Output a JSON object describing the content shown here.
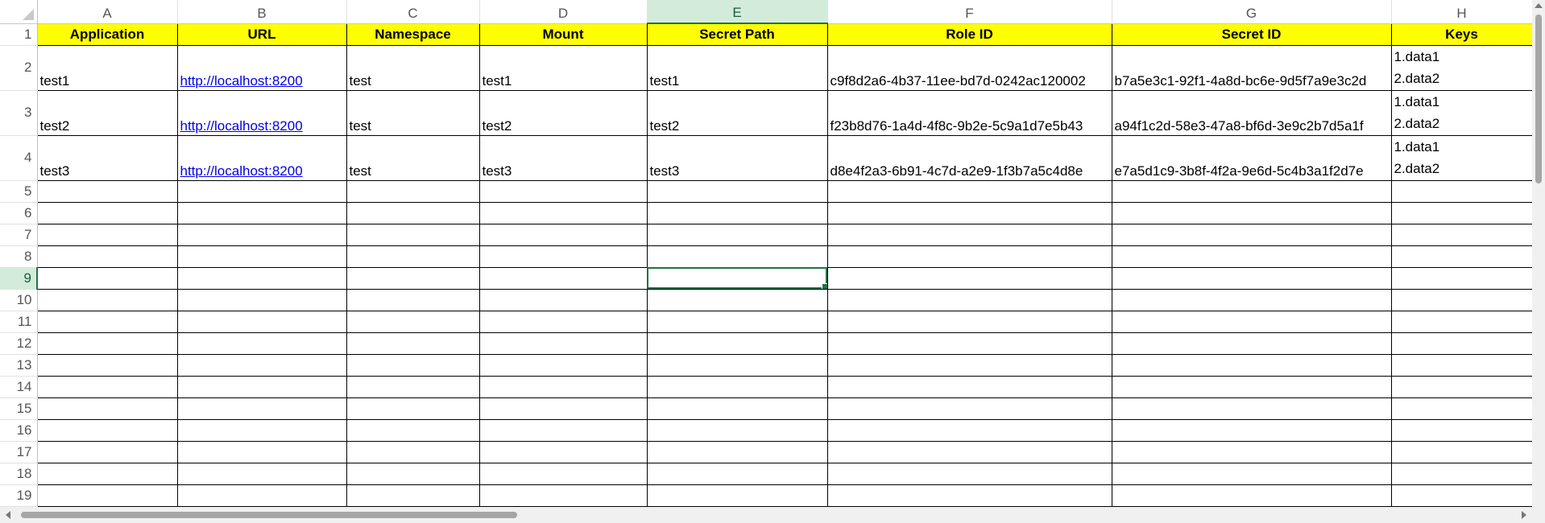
{
  "columns": [
    "A",
    "B",
    "C",
    "D",
    "E",
    "F",
    "G",
    "H"
  ],
  "selected_column": "E",
  "selected_row": "9",
  "row_numbers": [
    "1",
    "2",
    "3",
    "4",
    "5",
    "6",
    "7",
    "8",
    "9",
    "10",
    "11",
    "12",
    "13",
    "14",
    "15",
    "16",
    "17",
    "18",
    "19"
  ],
  "headers": {
    "application": "Application",
    "url": "URL",
    "namespace": "Namespace",
    "mount": "Mount",
    "secret_path": "Secret Path",
    "role_id": "Role ID",
    "secret_id": "Secret ID",
    "keys": "Keys"
  },
  "rows": [
    {
      "application": "test1",
      "url": "http://localhost:8200",
      "namespace": "test",
      "mount": "test1",
      "secret_path": "test1",
      "role_id": "c9f8d2a6-4b37-11ee-bd7d-0242ac120002",
      "secret_id": "b7a5e3c1-92f1-4a8d-bc6e-9d5f7a9e3c2d",
      "keys": [
        "1.data1",
        "2.data2"
      ]
    },
    {
      "application": "test2",
      "url": "http://localhost:8200",
      "namespace": "test",
      "mount": "test2",
      "secret_path": "test2",
      "role_id": "f23b8d76-1a4d-4f8c-9b2e-5c9a1d7e5b43",
      "secret_id": "a94f1c2d-58e3-47a8-bf6d-3e9c2b7d5a1f",
      "keys": [
        "1.data1",
        "2.data2"
      ]
    },
    {
      "application": "test3",
      "url": "http://localhost:8200",
      "namespace": "test",
      "mount": "test3",
      "secret_path": "test3",
      "role_id": "d8e4f2a3-6b91-4c7d-a2e9-1f3b7a5c4d8e",
      "secret_id": "e7a5d1c9-3b8f-4f2a-9e6d-5c4b3a1f2d7e",
      "keys": [
        "1.data1",
        "2.data2"
      ]
    }
  ],
  "colors": {
    "header_fill": "#ffff00",
    "selection_accent": "#217346",
    "selection_header_fill": "#d2ecd9",
    "link": "#0000ee"
  }
}
